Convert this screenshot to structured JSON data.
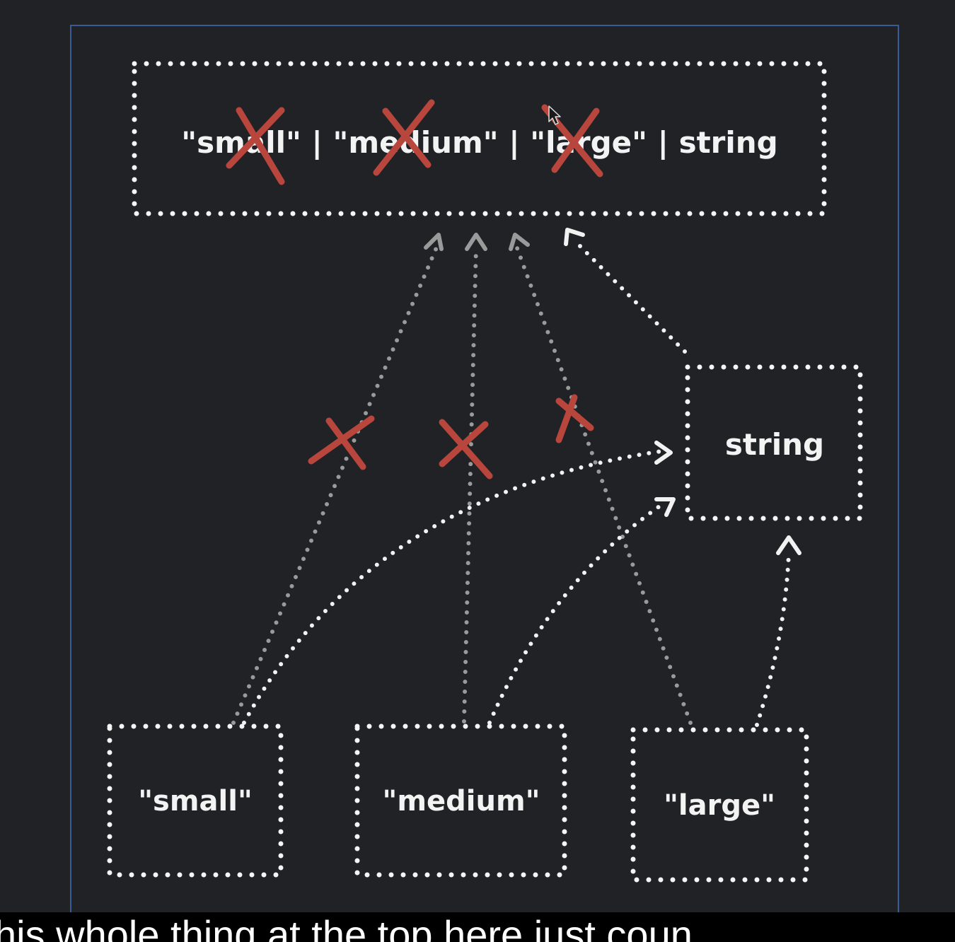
{
  "diagram": {
    "union_label": "\"small\" | \"medium\" | \"large\" | string",
    "nodes": {
      "small": "\"small\"",
      "medium": "\"medium\"",
      "large": "\"large\"",
      "string": "string"
    }
  },
  "caption": "his whole thing at the top here just coun",
  "colors": {
    "background": "#212226",
    "frame_border": "#3b5b98",
    "box_dots": "#f5f5f5",
    "arrow_gray": "#9a9a9a",
    "cross_red": "#b9463d"
  }
}
